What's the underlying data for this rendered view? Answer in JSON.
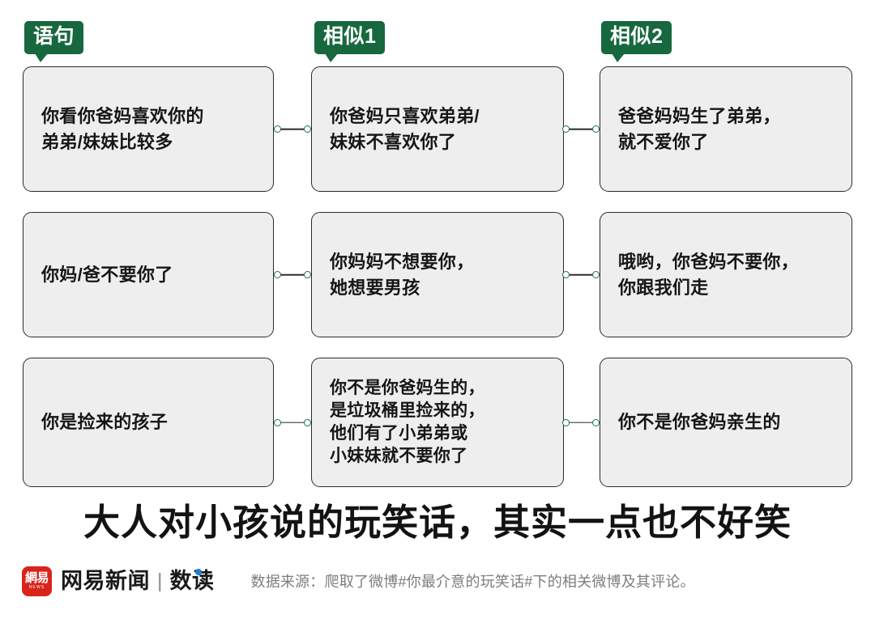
{
  "columns": [
    {
      "label": "语句"
    },
    {
      "label": "相似1"
    },
    {
      "label": "相似2"
    }
  ],
  "rows": [
    {
      "statement": "你看你爸妈喜欢你的\n弟弟/妹妹比较多",
      "similar1": "你爸妈只喜欢弟弟/\n妹妹不喜欢你了",
      "similar2": "爸爸妈妈生了弟弟，\n就不爱你了"
    },
    {
      "statement": "你妈/爸不要你了",
      "similar1": "你妈妈不想要你，\n她想要男孩",
      "similar2": "哦哟，你爸妈不要你，\n你跟我们走"
    },
    {
      "statement": "你是捡来的孩子",
      "similar1": "你不是你爸妈生的，\n是垃圾桶里捡来的，\n他们有了小弟弟或\n小妹妹就不要你了",
      "similar2": "你不是你爸妈亲生的"
    }
  ],
  "headline": "大人对小孩说的玩笑话，其实一点也不好笑",
  "footer": {
    "logo_cn": "網易",
    "logo_en": "NEWS",
    "brand_name": "网易新闻",
    "separator": "|",
    "brand_sub": "数读",
    "source": "数据来源：爬取了微博#你最介意的玩笑话#下的相关微博及其评论。"
  },
  "colors": {
    "tag_green": "#17683f",
    "card_fill": "#eeeeee",
    "card_border": "#2b2b2b",
    "connector_ring": "#1c6f4a",
    "logo_red": "#d7241c",
    "accent_blue": "#1b7fd4",
    "source_gray": "#7d7d7d"
  }
}
